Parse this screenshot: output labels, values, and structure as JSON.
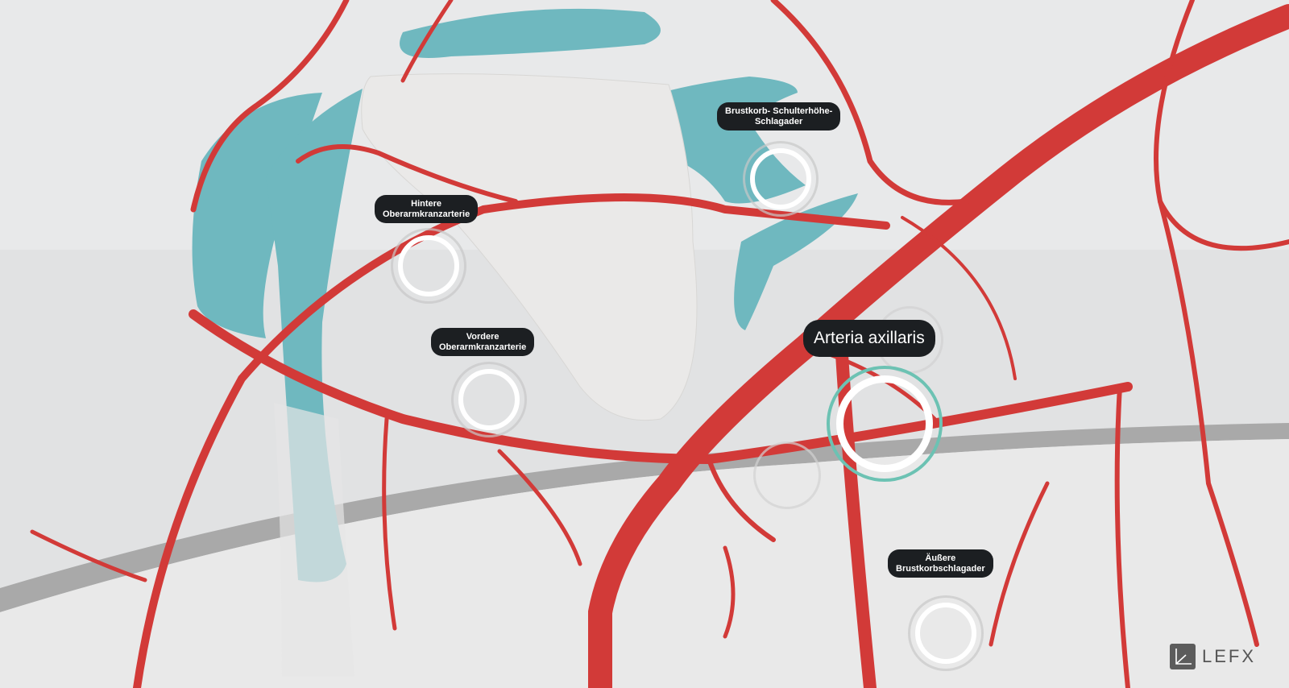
{
  "labels": {
    "brustkorb_schulter": "Brustkorb- Schulterhöhe-\nSchlagader",
    "hintere": "Hintere\nOberarmkranzarterie",
    "vordere": "Vordere\nOberarmkranzarterie",
    "axillaris": "Arteria axillaris",
    "aeussere": "Äußere\nBrustkorbschlagader"
  },
  "logo": {
    "text": "LEFX"
  },
  "colors": {
    "artery": "#d23a38",
    "muscle": "#6fb8bf",
    "bone": "#ecebea",
    "highlight": "#6cc2b3"
  }
}
